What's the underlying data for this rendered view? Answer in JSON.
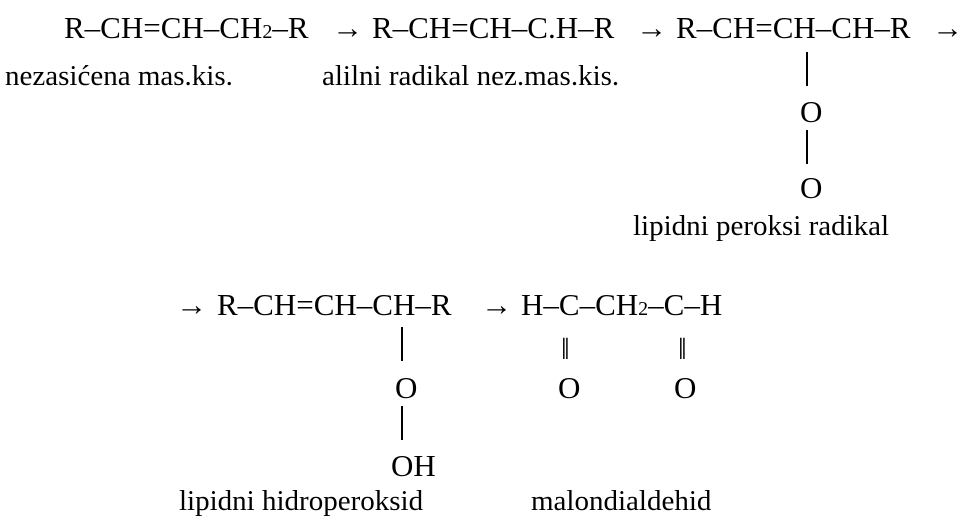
{
  "row1": {
    "f1": {
      "p1": "R–CH=CH–CH",
      "sub": "2",
      "p2": "–R"
    },
    "a1": "→",
    "f2": "R–CH=CH–C.H–R",
    "a2": "→",
    "f3": "R–CH=CH–CH–R",
    "a3": "→"
  },
  "labels1": {
    "acid": "nezasićena mas.kis.",
    "allyl": "alilni radikal nez.mas.kis."
  },
  "peroxy": {
    "o1": "O",
    "o2": "O",
    "label": "lipidni peroksi radikal"
  },
  "row2": {
    "a4": "→",
    "f4": "R–CH=CH–CH–R",
    "a5": "→",
    "f5": {
      "p1": "H–C–CH",
      "sub": "2",
      "p2": "–C–H"
    }
  },
  "hydroperoxide": {
    "o": "O",
    "oh": "OH",
    "label": "lipidni hidroperoksid"
  },
  "mda": {
    "bond1": "‖",
    "bond2": "‖",
    "o1": "O",
    "o2": "O",
    "label": "malondialdehid"
  }
}
